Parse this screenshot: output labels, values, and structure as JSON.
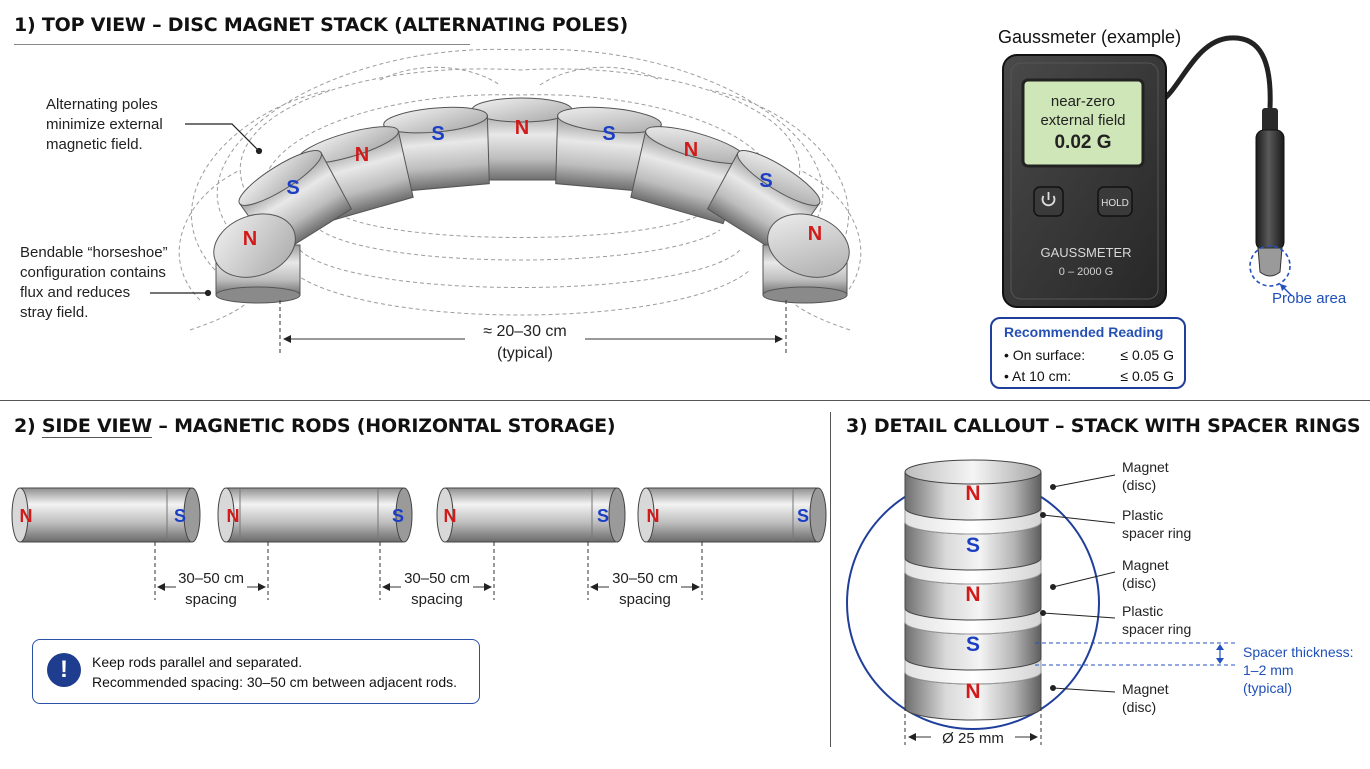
{
  "sections": {
    "top": {
      "title": "1) TOP VIEW – DISC MAGNET STACK (ALTERNATING POLES)"
    },
    "side": {
      "title_prefix": "2) ",
      "title_underlined": "SIDE VIEW",
      "title_rest": " – MAGNETIC RODS (HORIZONTAL STORAGE)"
    },
    "detail": {
      "title": "3) DETAIL CALLOUT – STACK WITH SPACER RINGS"
    }
  },
  "top_view": {
    "note_alternating": [
      "Alternating poles",
      "minimize external",
      "magnetic field."
    ],
    "note_horseshoe": [
      "Bendable “horseshoe”",
      "configuration contains",
      "flux and reduces",
      "stray field."
    ],
    "magnet_poles": [
      "N",
      "S",
      "N",
      "S",
      "N",
      "S",
      "N",
      "S",
      "N"
    ],
    "dimension": [
      "≈ 20–30 cm",
      "(typical)"
    ]
  },
  "gaussmeter": {
    "caption": "Gaussmeter (example)",
    "screen": {
      "line1": "near-zero",
      "line2": "external field",
      "reading": "0.02 G"
    },
    "hold_label": "HOLD",
    "power_icon": "power-icon",
    "brand": "GAUSSMETER",
    "range": "0 – 2000 G",
    "probe_label": "Probe area"
  },
  "recommended": {
    "title": "Recommended Reading",
    "rows": [
      {
        "label": "• On surface:",
        "value": "≤ 0.05 G"
      },
      {
        "label": "• At 10 cm:",
        "value": "≤ 0.05 G"
      }
    ]
  },
  "side_view": {
    "rods": [
      {
        "left": "N",
        "right": "S"
      },
      {
        "left": "N",
        "right": "S"
      },
      {
        "left": "N",
        "right": "S"
      },
      {
        "left": "N",
        "right": "S"
      }
    ],
    "spacings": [
      {
        "value": "30–50 cm",
        "word": "spacing"
      },
      {
        "value": "30–50 cm",
        "word": "spacing"
      },
      {
        "value": "30–50 cm",
        "word": "spacing"
      }
    ],
    "warning": {
      "icon": "exclamation-icon",
      "symbol": "!",
      "line1": "Keep rods parallel and separated.",
      "line2": "Recommended spacing: 30–50 cm between adjacent rods."
    }
  },
  "detail": {
    "discs": [
      "N",
      "S",
      "N",
      "S",
      "N"
    ],
    "labels": [
      {
        "line1": "Magnet",
        "line2": "(disc)"
      },
      {
        "line1": "Plastic",
        "line2": "spacer ring"
      },
      {
        "line1": "Magnet",
        "line2": "(disc)"
      },
      {
        "line1": "Plastic",
        "line2": "spacer ring"
      },
      {
        "line1": "Magnet",
        "line2": "(disc)"
      }
    ],
    "spacer_thickness": [
      "Spacer thickness:",
      "1–2 mm",
      "(typical)"
    ],
    "diameter": "Ø 25 mm"
  },
  "colors": {
    "north": "#d11a1a",
    "south": "#1b3fc4",
    "accent": "#1f3f9a",
    "screen": "#cfe6b8"
  }
}
